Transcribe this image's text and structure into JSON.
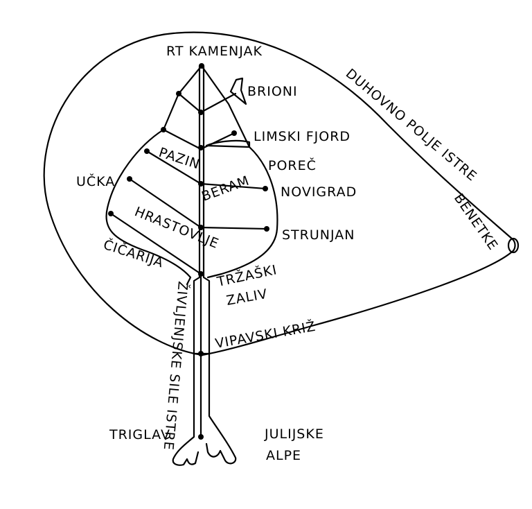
{
  "labels": {
    "rt_kamenjak": "RT KAMENJAK",
    "brioni": "BRIONI",
    "limski_fjord": "LIMSKI FJORD",
    "porec": "POREČ",
    "novigrad": "NOVIGRAD",
    "strunjan": "STRUNJAN",
    "pazin": "PAZIN",
    "beram": "BERAM",
    "hrastovlje": "HRASTOVLJE",
    "ucka": "UČKA",
    "cicarija": "ČIČARIJA",
    "trzaski_zaliv_1": "TRŽAŠKI",
    "trzaski_zaliv_2": "ZALIV",
    "vipavski_kriz": "VIPAVSKI KRIŽ",
    "zivljenjske_sile_istre": "ŽIVLJENJSKE SILE ISTRE",
    "triglav": "TRIGLAV",
    "julijske_1": "JULIJSKE",
    "julijske_2": "ALPE",
    "duhovno_polje_istre": "DUHOVNO POLJE ISTRE",
    "benetke": "BENETKE"
  }
}
